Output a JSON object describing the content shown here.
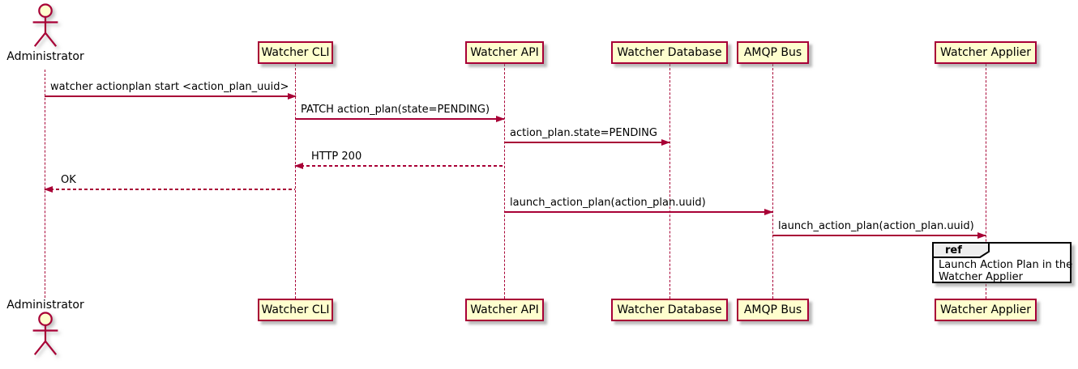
{
  "diagram_type": "uml-sequence-diagram",
  "actor": {
    "label": "Administrator"
  },
  "participants": [
    {
      "label": "Watcher CLI"
    },
    {
      "label": "Watcher API"
    },
    {
      "label": "Watcher Database"
    },
    {
      "label": "AMQP Bus"
    },
    {
      "label": "Watcher Applier"
    }
  ],
  "messages": [
    {
      "from": "Administrator",
      "to": "Watcher CLI",
      "label": "watcher actionplan start <action_plan_uuid>",
      "line": "solid",
      "direction": "right"
    },
    {
      "from": "Watcher CLI",
      "to": "Watcher API",
      "label": "PATCH action_plan(state=PENDING)",
      "line": "solid",
      "direction": "right"
    },
    {
      "from": "Watcher API",
      "to": "Watcher Database",
      "label": "action_plan.state=PENDING",
      "line": "solid",
      "direction": "right"
    },
    {
      "from": "Watcher API",
      "to": "Watcher CLI",
      "label": "HTTP 200",
      "line": "dashed",
      "direction": "left"
    },
    {
      "from": "Watcher CLI",
      "to": "Administrator",
      "label": "OK",
      "line": "dashed",
      "direction": "left"
    },
    {
      "from": "Watcher API",
      "to": "AMQP Bus",
      "label": "launch_action_plan(action_plan.uuid)",
      "line": "solid",
      "direction": "right"
    },
    {
      "from": "AMQP Bus",
      "to": "Watcher Applier",
      "label": "launch_action_plan(action_plan.uuid)",
      "line": "solid",
      "direction": "right"
    }
  ],
  "ref": {
    "keyword": "ref",
    "line1": "Launch Action Plan in the",
    "line2": "Watcher Applier"
  },
  "colors": {
    "box_fill": "#fefece",
    "box_border": "#a80036",
    "line": "#a80036",
    "text": "#000000",
    "ref_bg": "#ffffff",
    "ref_border": "#000000",
    "ref_header_fill": "#eeeeee"
  }
}
